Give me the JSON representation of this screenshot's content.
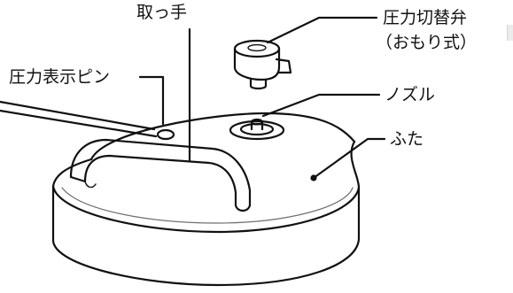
{
  "labels": {
    "handle": "取っ手",
    "pressure_switch_line1": "圧力切替弁",
    "pressure_switch_line2": "（おもり式）",
    "pressure_indicator_pin": "圧力表示ピン",
    "nozzle": "ノズル",
    "lid": "ふた"
  },
  "colors": {
    "stroke": "#111111",
    "background": "#ffffff"
  }
}
